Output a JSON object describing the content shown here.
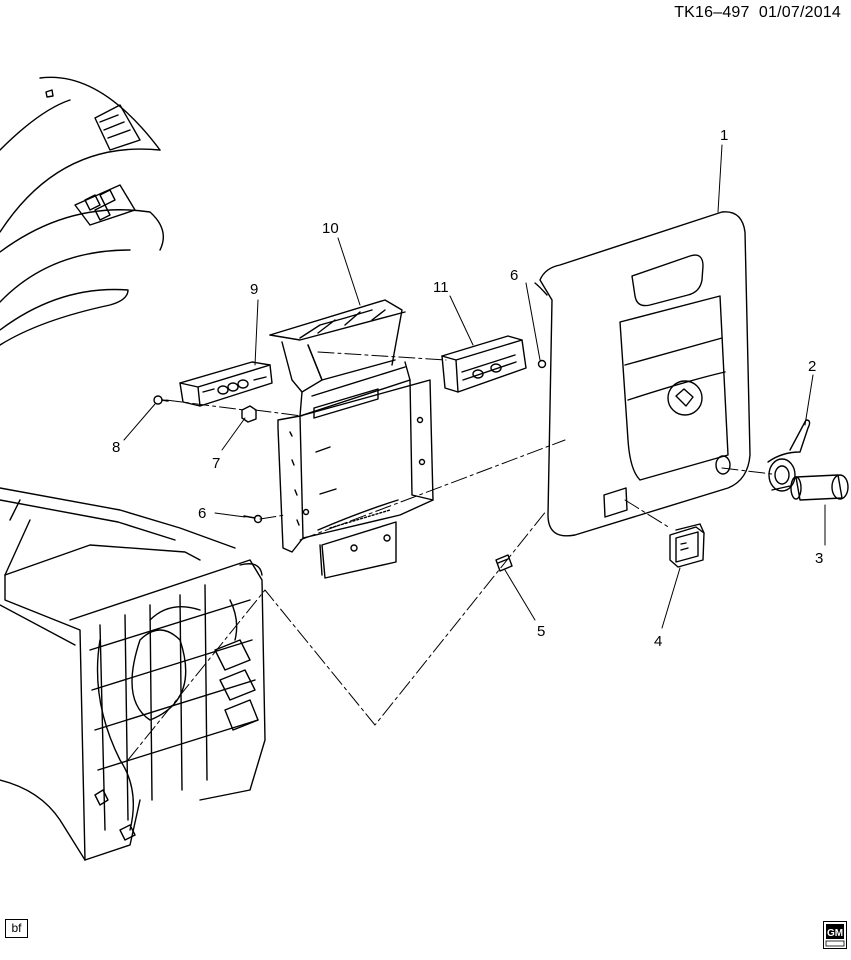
{
  "header": {
    "diagram_id": "TK16–497",
    "date": "01/07/2014"
  },
  "footer": {
    "revision_tag": "bf",
    "logo_text": "GM"
  },
  "callouts": [
    "1",
    "2",
    "3",
    "4",
    "5",
    "6",
    "6",
    "7",
    "8",
    "9",
    "10",
    "11"
  ]
}
